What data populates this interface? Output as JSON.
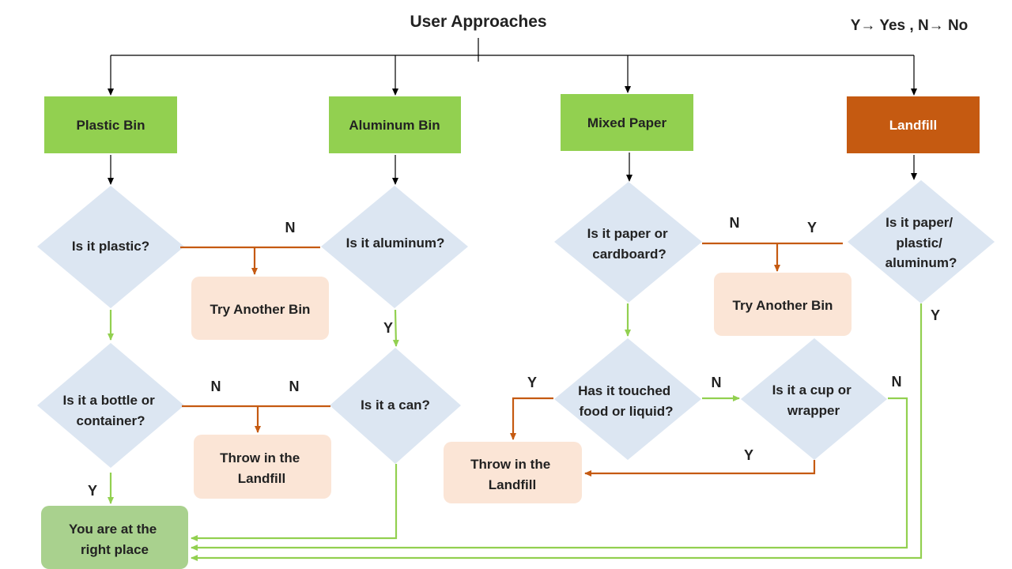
{
  "title": "User Approaches",
  "legend": "Y→ Yes , N→ No",
  "bins": {
    "plastic": "Plastic Bin",
    "aluminum": "Aluminum Bin",
    "mixed_paper": "Mixed Paper",
    "landfill": "Landfill"
  },
  "questions": {
    "is_plastic": [
      "Is it plastic?"
    ],
    "is_aluminum": [
      "Is it aluminum?"
    ],
    "is_paper": [
      "Is it paper or",
      "cardboard?"
    ],
    "is_recyclable": [
      "Is it paper/",
      "plastic/",
      "aluminum?"
    ],
    "is_bottle": [
      "Is it a bottle or",
      "container?"
    ],
    "is_can": [
      "Is it a can?"
    ],
    "touched_food": [
      "Has it touched",
      "food or liquid?"
    ],
    "cup_wrapper": [
      "Is it a cup or",
      "wrapper"
    ]
  },
  "outcomes": {
    "try_another_1": [
      "Try Another Bin"
    ],
    "try_another_2": [
      "Try Another Bin"
    ],
    "landfill_1": [
      "Throw in the",
      "Landfill"
    ],
    "landfill_2": [
      "Throw in the",
      "Landfill"
    ],
    "right_place": [
      "You are at the",
      "right place"
    ]
  },
  "edge_labels": {
    "yes": "Y",
    "no": "N"
  },
  "colors": {
    "bin_green": "#92d050",
    "landfill_orange": "#c55a11",
    "diamond": "#dce6f2",
    "outcome_peach": "#fbe5d6",
    "right_place_green": "#a9d18e",
    "arrow_black": "#000000",
    "arrow_green": "#92d050",
    "arrow_orange": "#c55a11",
    "line_orange_light": "#ed7d31"
  }
}
